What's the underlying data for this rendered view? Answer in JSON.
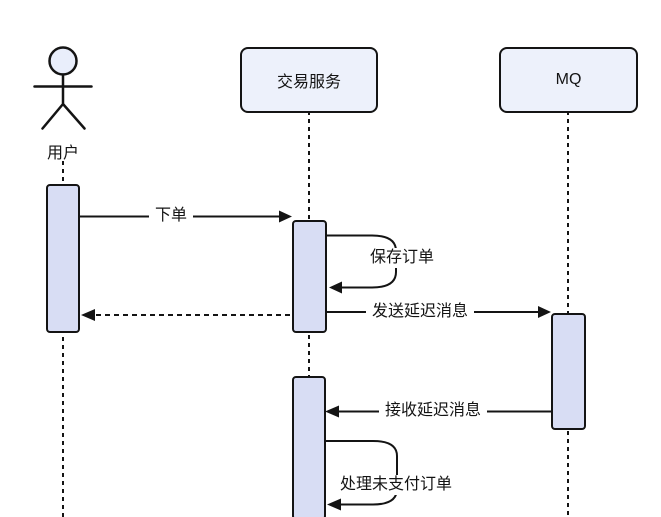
{
  "diagram": {
    "type": "sequence",
    "participants": [
      {
        "id": "user",
        "label": "用户",
        "kind": "actor"
      },
      {
        "id": "trade",
        "label": "交易服务",
        "kind": "participant"
      },
      {
        "id": "mq",
        "label": "MQ",
        "kind": "participant"
      }
    ],
    "messages": [
      {
        "from": "用户",
        "to": "交易服务",
        "label": "下单",
        "style": "solid-arrow"
      },
      {
        "from": "交易服务",
        "to": "交易服务",
        "label": "保存订单",
        "style": "self-call"
      },
      {
        "from": "交易服务",
        "to": "用户",
        "label": "",
        "style": "dashed-return"
      },
      {
        "from": "交易服务",
        "to": "MQ",
        "label": "发送延迟消息",
        "style": "solid-arrow"
      },
      {
        "from": "MQ",
        "to": "交易服务",
        "label": "接收延迟消息",
        "style": "solid-arrow"
      },
      {
        "from": "交易服务",
        "to": "交易服务",
        "label": "处理未支付订单",
        "style": "self-call"
      }
    ],
    "colors": {
      "background": "#FFFFFF",
      "participant_box_fill": "#EDF1FB",
      "activation_fill": "#D8DDF4",
      "actor_head_fill": "#E9EEFB",
      "stroke": "#141414"
    }
  }
}
